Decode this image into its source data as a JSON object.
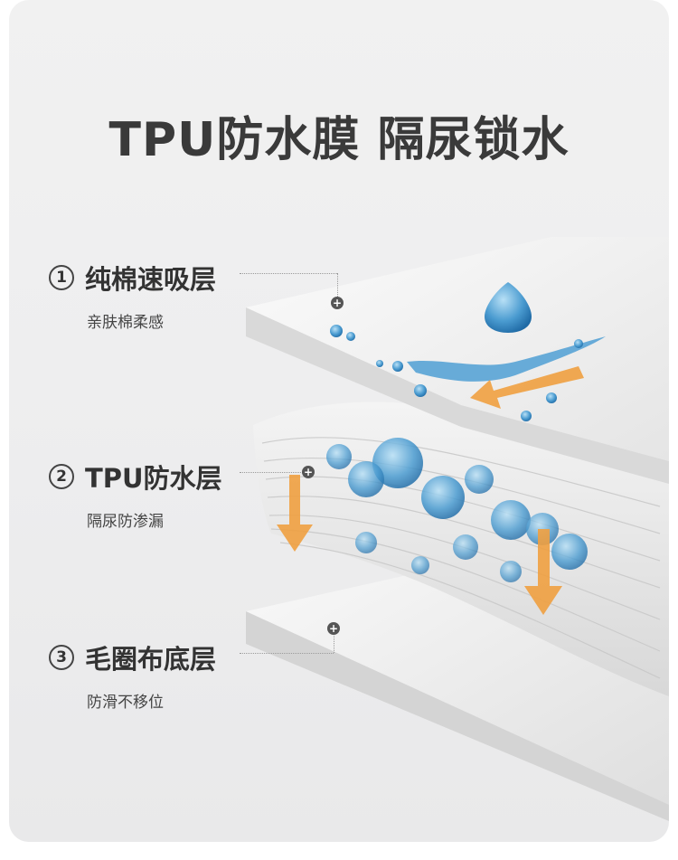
{
  "title": "TPU防水膜 隔尿锁水",
  "features": [
    {
      "num": "1",
      "title": "纯棉速吸层",
      "subtitle": "亲肤棉柔感"
    },
    {
      "num": "2",
      "title": "TPU防水层",
      "subtitle": "隔尿防渗漏"
    },
    {
      "num": "3",
      "title": "毛圈布底层",
      "subtitle": "防滑不移位"
    }
  ],
  "colors": {
    "title": "#3a3a3a",
    "water": "#3f8fc6",
    "arrow": "#f0a040",
    "background": "#eeeeef"
  },
  "icons": [
    "plus-marker-icon",
    "water-drop-icon",
    "down-arrow-icon"
  ]
}
